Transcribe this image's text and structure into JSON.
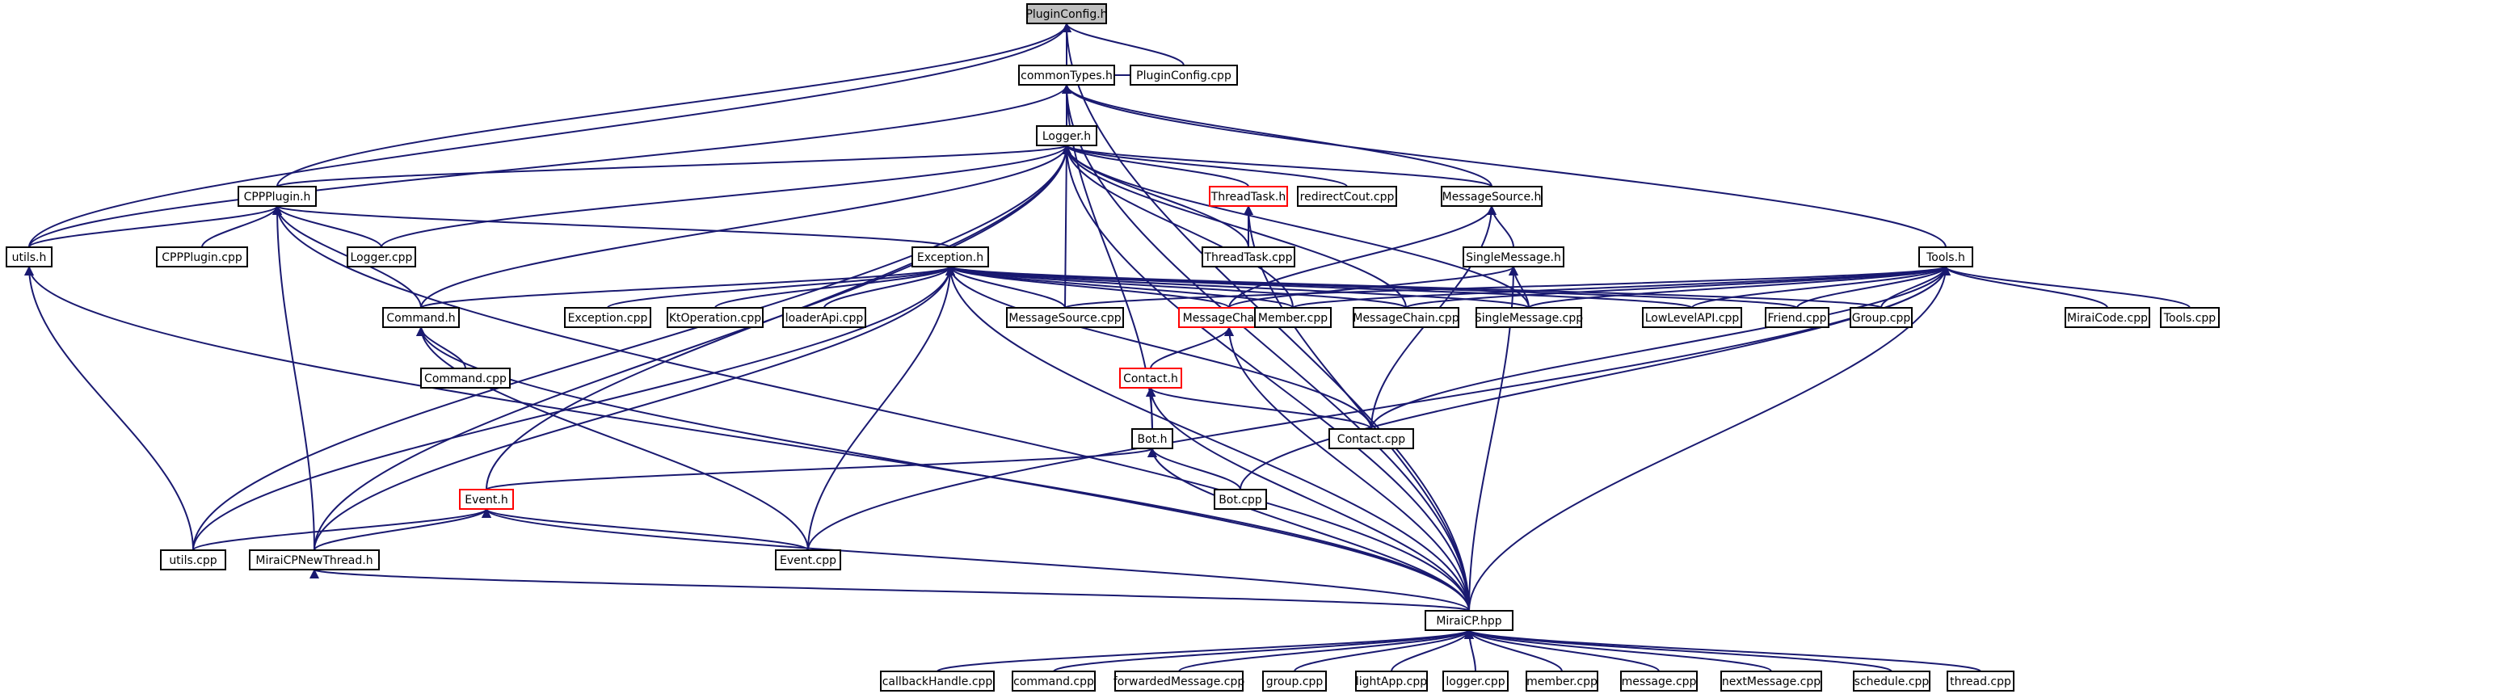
{
  "diagram": {
    "edge_color": "#191970",
    "truncated_border_color": "#ff0000",
    "current_fill_color": "#bfbfbf"
  },
  "nodes": {
    "pluginconfig_h": {
      "label": "PluginConfig.h",
      "style": "current"
    },
    "commontypes_h": {
      "label": "commonTypes.h"
    },
    "pluginconfig_cpp": {
      "label": "PluginConfig.cpp"
    },
    "logger_h": {
      "label": "Logger.h"
    },
    "cppplugin_h": {
      "label": "CPPPlugin.h"
    },
    "threadtask_h": {
      "label": "ThreadTask.h",
      "style": "truncated"
    },
    "redirectcout_cpp": {
      "label": "redirectCout.cpp"
    },
    "messagesource_h": {
      "label": "MessageSource.h"
    },
    "utils_h": {
      "label": "utils.h"
    },
    "cppplugin_cpp": {
      "label": "CPPPlugin.cpp"
    },
    "logger_cpp": {
      "label": "Logger.cpp"
    },
    "threadtask_cpp": {
      "label": "ThreadTask.cpp"
    },
    "singlemessage_h": {
      "label": "SingleMessage.h"
    },
    "exception_h": {
      "label": "Exception.h"
    },
    "tools_h": {
      "label": "Tools.h"
    },
    "command_h": {
      "label": "Command.h"
    },
    "exception_cpp": {
      "label": "Exception.cpp"
    },
    "ktoperation_cpp": {
      "label": "KtOperation.cpp"
    },
    "loaderapi_cpp": {
      "label": "loaderApi.cpp"
    },
    "messagesource_cpp": {
      "label": "MessageSource.cpp"
    },
    "messagechain_h": {
      "label": "MessageChain.h",
      "style": "truncated"
    },
    "member_cpp": {
      "label": "Member.cpp"
    },
    "messagechain_cpp": {
      "label": "MessageChain.cpp"
    },
    "singlemessage_cpp": {
      "label": "SingleMessage.cpp"
    },
    "lowlevelapi_cpp": {
      "label": "LowLevelAPI.cpp"
    },
    "friend_cpp": {
      "label": "Friend.cpp"
    },
    "group_cpp_cap": {
      "label": "Group.cpp"
    },
    "miraicode_cpp": {
      "label": "MiraiCode.cpp"
    },
    "tools_cpp": {
      "label": "Tools.cpp"
    },
    "command_cpp_cap": {
      "label": "Command.cpp"
    },
    "contact_h": {
      "label": "Contact.h",
      "style": "truncated"
    },
    "bot_h": {
      "label": "Bot.h"
    },
    "contact_cpp": {
      "label": "Contact.cpp"
    },
    "bot_cpp": {
      "label": "Bot.cpp"
    },
    "event_h": {
      "label": "Event.h",
      "style": "truncated"
    },
    "utils_cpp": {
      "label": "utils.cpp"
    },
    "miraicpnewthread_h": {
      "label": "MiraiCPNewThread.h"
    },
    "event_cpp": {
      "label": "Event.cpp"
    },
    "miraicp_hpp": {
      "label": "MiraiCP.hpp"
    },
    "callbackhandle_cpp": {
      "label": "callbackHandle.cpp"
    },
    "command_cpp": {
      "label": "command.cpp"
    },
    "forwardedmessage_cpp": {
      "label": "forwardedMessage.cpp"
    },
    "group_cpp": {
      "label": "group.cpp"
    },
    "lightapp_cpp": {
      "label": "lightApp.cpp"
    },
    "logger_cpp_low": {
      "label": "logger.cpp"
    },
    "member_cpp_low": {
      "label": "member.cpp"
    },
    "message_cpp": {
      "label": "message.cpp"
    },
    "nextmessage_cpp": {
      "label": "nextMessage.cpp"
    },
    "schedule_cpp": {
      "label": "schedule.cpp"
    },
    "thread_cpp": {
      "label": "thread.cpp"
    }
  },
  "edges": [
    [
      "commontypes_h",
      "pluginconfig_h"
    ],
    [
      "pluginconfig_cpp",
      "pluginconfig_h"
    ],
    [
      "utils_h",
      "pluginconfig_h"
    ],
    [
      "cppplugin_h",
      "pluginconfig_h"
    ],
    [
      "miraicp_hpp",
      "pluginconfig_h"
    ],
    [
      "logger_h",
      "commontypes_h"
    ],
    [
      "pluginconfig_cpp",
      "commontypes_h"
    ],
    [
      "messagesource_h",
      "commontypes_h"
    ],
    [
      "tools_h",
      "commontypes_h"
    ],
    [
      "utils_h",
      "commontypes_h"
    ],
    [
      "bot_h",
      "commontypes_h"
    ],
    [
      "miraicp_hpp",
      "commontypes_h"
    ],
    [
      "cppplugin_h",
      "logger_h"
    ],
    [
      "threadtask_h",
      "logger_h"
    ],
    [
      "redirectcout_cpp",
      "logger_h"
    ],
    [
      "messagesource_h",
      "logger_h"
    ],
    [
      "logger_cpp",
      "logger_h"
    ],
    [
      "threadtask_cpp",
      "logger_h"
    ],
    [
      "messagesource_cpp",
      "logger_h"
    ],
    [
      "member_cpp",
      "logger_h"
    ],
    [
      "messagechain_cpp",
      "logger_h"
    ],
    [
      "singlemessage_cpp",
      "logger_h"
    ],
    [
      "command_h",
      "logger_h"
    ],
    [
      "utils_cpp",
      "logger_h"
    ],
    [
      "miraicpnewthread_h",
      "logger_h"
    ],
    [
      "event_h",
      "logger_h"
    ],
    [
      "miraicp_hpp",
      "logger_h"
    ],
    [
      "utils_h",
      "cppplugin_h"
    ],
    [
      "cppplugin_cpp",
      "cppplugin_h"
    ],
    [
      "logger_cpp",
      "cppplugin_h"
    ],
    [
      "command_h",
      "cppplugin_h"
    ],
    [
      "miraicpnewthread_h",
      "cppplugin_h"
    ],
    [
      "miraicp_hpp",
      "cppplugin_h"
    ],
    [
      "exception_h",
      "cppplugin_h"
    ],
    [
      "threadtask_cpp",
      "threadtask_h"
    ],
    [
      "miraicp_hpp",
      "threadtask_h"
    ],
    [
      "singlemessage_h",
      "messagesource_h"
    ],
    [
      "messagechain_h",
      "messagesource_h"
    ],
    [
      "contact_cpp",
      "messagesource_h"
    ],
    [
      "utils_cpp",
      "utils_h"
    ],
    [
      "miraicp_hpp",
      "utils_h"
    ],
    [
      "singlemessage_cpp",
      "singlemessage_h"
    ],
    [
      "messagechain_h",
      "singlemessage_h"
    ],
    [
      "miraicp_hpp",
      "singlemessage_h"
    ],
    [
      "command_h",
      "exception_h"
    ],
    [
      "exception_cpp",
      "exception_h"
    ],
    [
      "ktoperation_cpp",
      "exception_h"
    ],
    [
      "loaderapi_cpp",
      "exception_h"
    ],
    [
      "messagesource_cpp",
      "exception_h"
    ],
    [
      "messagechain_h",
      "exception_h"
    ],
    [
      "member_cpp",
      "exception_h"
    ],
    [
      "messagechain_cpp",
      "exception_h"
    ],
    [
      "singlemessage_cpp",
      "exception_h"
    ],
    [
      "lowlevelapi_cpp",
      "exception_h"
    ],
    [
      "friend_cpp",
      "exception_h"
    ],
    [
      "group_cpp_cap",
      "exception_h"
    ],
    [
      "contact_cpp",
      "exception_h"
    ],
    [
      "event_cpp",
      "exception_h"
    ],
    [
      "utils_cpp",
      "exception_h"
    ],
    [
      "miraicpnewthread_h",
      "exception_h"
    ],
    [
      "miraicp_hpp",
      "exception_h"
    ],
    [
      "messagesource_cpp",
      "tools_h"
    ],
    [
      "member_cpp",
      "tools_h"
    ],
    [
      "messagechain_cpp",
      "tools_h"
    ],
    [
      "singlemessage_cpp",
      "tools_h"
    ],
    [
      "lowlevelapi_cpp",
      "tools_h"
    ],
    [
      "friend_cpp",
      "tools_h"
    ],
    [
      "group_cpp_cap",
      "tools_h"
    ],
    [
      "miraicode_cpp",
      "tools_h"
    ],
    [
      "tools_cpp",
      "tools_h"
    ],
    [
      "contact_cpp",
      "tools_h"
    ],
    [
      "bot_cpp",
      "tools_h"
    ],
    [
      "event_cpp",
      "tools_h"
    ],
    [
      "miraicp_hpp",
      "tools_h"
    ],
    [
      "command_cpp_cap",
      "command_h"
    ],
    [
      "event_cpp",
      "command_h"
    ],
    [
      "miraicp_hpp",
      "command_h"
    ],
    [
      "contact_h",
      "messagechain_h"
    ],
    [
      "miraicp_hpp",
      "messagechain_h"
    ],
    [
      "bot_h",
      "contact_h"
    ],
    [
      "contact_cpp",
      "contact_h"
    ],
    [
      "miraicp_hpp",
      "contact_h"
    ],
    [
      "event_h",
      "bot_h"
    ],
    [
      "bot_cpp",
      "bot_h"
    ],
    [
      "miraicp_hpp",
      "bot_h"
    ],
    [
      "utils_cpp",
      "event_h"
    ],
    [
      "miraicpnewthread_h",
      "event_h"
    ],
    [
      "event_cpp",
      "event_h"
    ],
    [
      "miraicp_hpp",
      "event_h"
    ],
    [
      "miraicp_hpp",
      "miraicpnewthread_h"
    ],
    [
      "callbackhandle_cpp",
      "miraicp_hpp"
    ],
    [
      "command_cpp",
      "miraicp_hpp"
    ],
    [
      "forwardedmessage_cpp",
      "miraicp_hpp"
    ],
    [
      "group_cpp",
      "miraicp_hpp"
    ],
    [
      "lightapp_cpp",
      "miraicp_hpp"
    ],
    [
      "logger_cpp_low",
      "miraicp_hpp"
    ],
    [
      "member_cpp_low",
      "miraicp_hpp"
    ],
    [
      "message_cpp",
      "miraicp_hpp"
    ],
    [
      "nextmessage_cpp",
      "miraicp_hpp"
    ],
    [
      "schedule_cpp",
      "miraicp_hpp"
    ],
    [
      "thread_cpp",
      "miraicp_hpp"
    ]
  ]
}
